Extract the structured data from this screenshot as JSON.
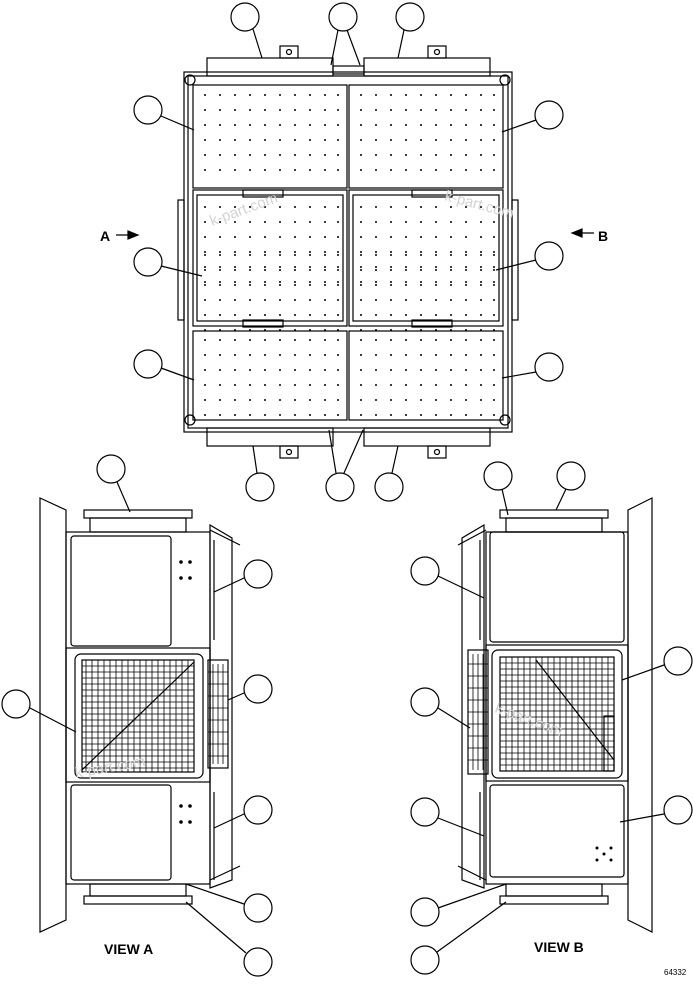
{
  "labels": {
    "arrow_a": "A",
    "arrow_b": "B",
    "view_a": "VIEW A",
    "view_b": "VIEW B",
    "figure_number": "64332",
    "watermark": "k-part.com"
  },
  "colors": {
    "line": "#000000",
    "background": "#ffffff",
    "watermark": "#d3d3d3"
  }
}
